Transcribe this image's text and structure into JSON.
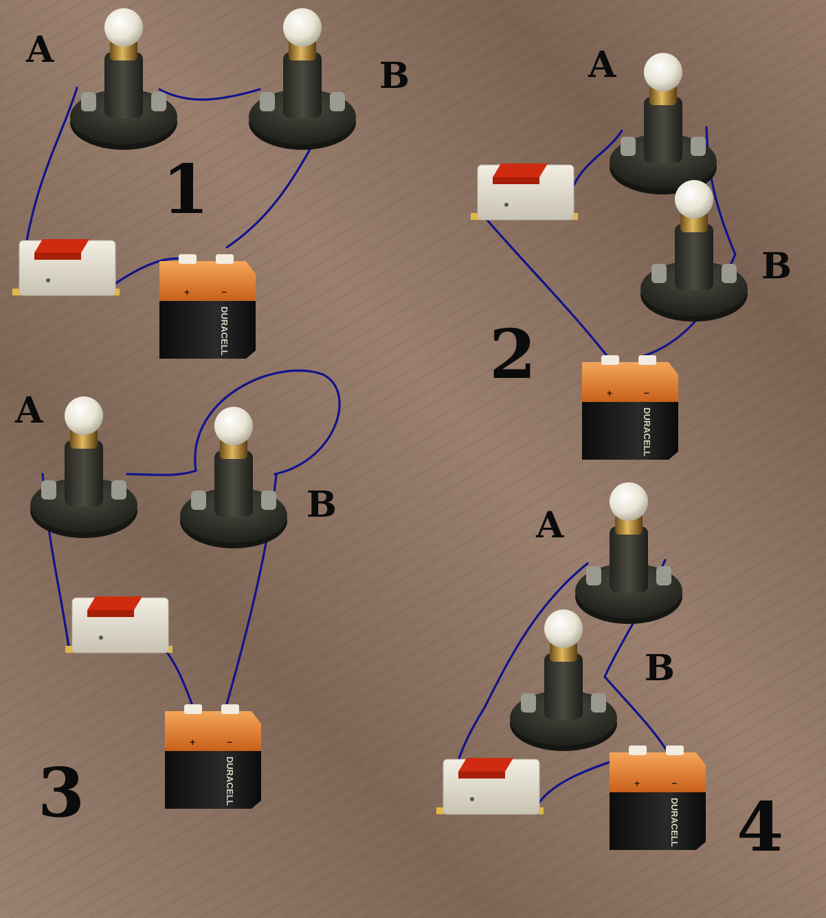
{
  "colors": {
    "wood": "#8c7464",
    "wire": "#10148c",
    "switch_body": "#e6e0d2",
    "switch_rocker": "#d02a10",
    "battery_top": "#e8762a",
    "battery_bottom": "#141414",
    "lamp_base": "#2e2c26",
    "label": "#0b0b0b"
  },
  "battery_brand": "DURACELL",
  "battery_plus": "+",
  "battery_minus": "−",
  "circuits": [
    {
      "number": "1",
      "lamp_a_label": "A",
      "lamp_b_label": "B"
    },
    {
      "number": "2",
      "lamp_a_label": "A",
      "lamp_b_label": "B"
    },
    {
      "number": "3",
      "lamp_a_label": "A",
      "lamp_b_label": "B"
    },
    {
      "number": "4",
      "lamp_a_label": "A",
      "lamp_b_label": "B"
    }
  ]
}
